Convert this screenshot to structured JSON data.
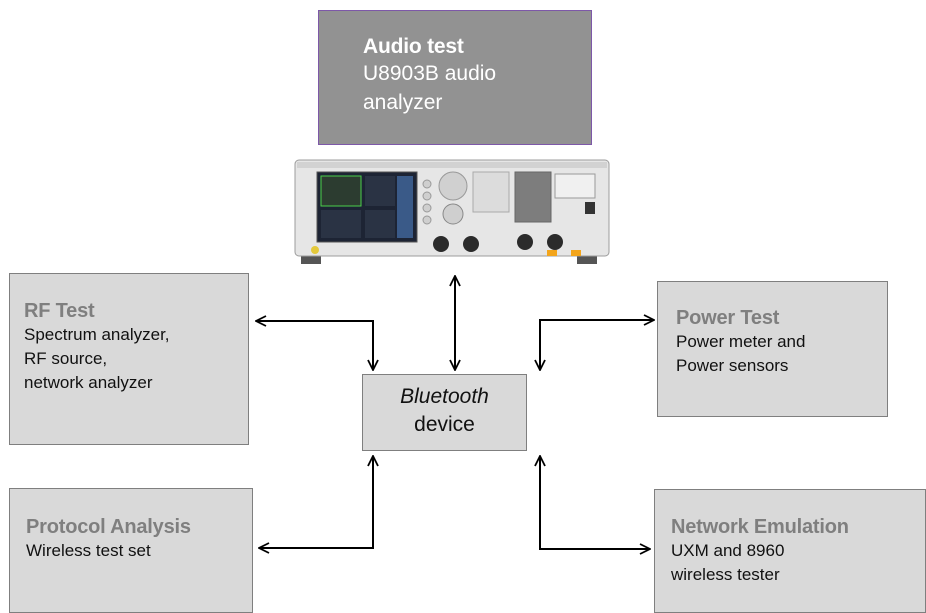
{
  "audio": {
    "title": "Audio test",
    "subtitle": "U8903B audio\nanalyzer"
  },
  "rf": {
    "title": "RF Test",
    "subtitle": "Spectrum analyzer,\nRF source,\nnetwork analyzer"
  },
  "power": {
    "title": "Power Test",
    "subtitle": "Power meter and\nPower sensors"
  },
  "protocol": {
    "title": "Protocol Analysis",
    "subtitle": "Wireless test set"
  },
  "network": {
    "title": "Network Emulation",
    "subtitle": "UXM and 8960\nwireless tester"
  },
  "device": {
    "name": "Bluetooth",
    "label": "device"
  },
  "colors": {
    "box_fill": "#d9d9d9",
    "box_border": "#7f7f7f",
    "audio_fill": "#929292",
    "title_gray": "#7f7f7f",
    "arrow": "#000000"
  }
}
